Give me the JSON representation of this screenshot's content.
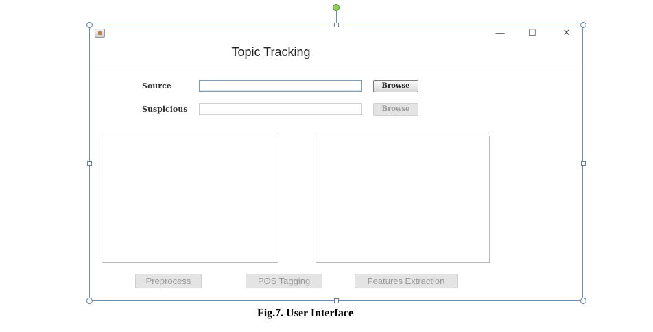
{
  "window": {
    "title": "Topic Tracking",
    "controls": {
      "minimize": "—",
      "maximize": "☐",
      "close": "✕"
    }
  },
  "form": {
    "source_label": "Source",
    "source_value": "",
    "source_browse": "Browse",
    "suspicious_label": "Suspicious",
    "suspicious_value": "",
    "suspicious_browse": "Browse"
  },
  "actions": {
    "preprocess": "Preprocess",
    "pos_tagging": "POS Tagging",
    "features_extraction": "Features Extraction"
  },
  "caption": "Fig.7. User Interface",
  "colors": {
    "selection_frame": "#6f8fb1",
    "rotation_handle": "#8bd05a",
    "active_field_border": "#7f9db9"
  }
}
